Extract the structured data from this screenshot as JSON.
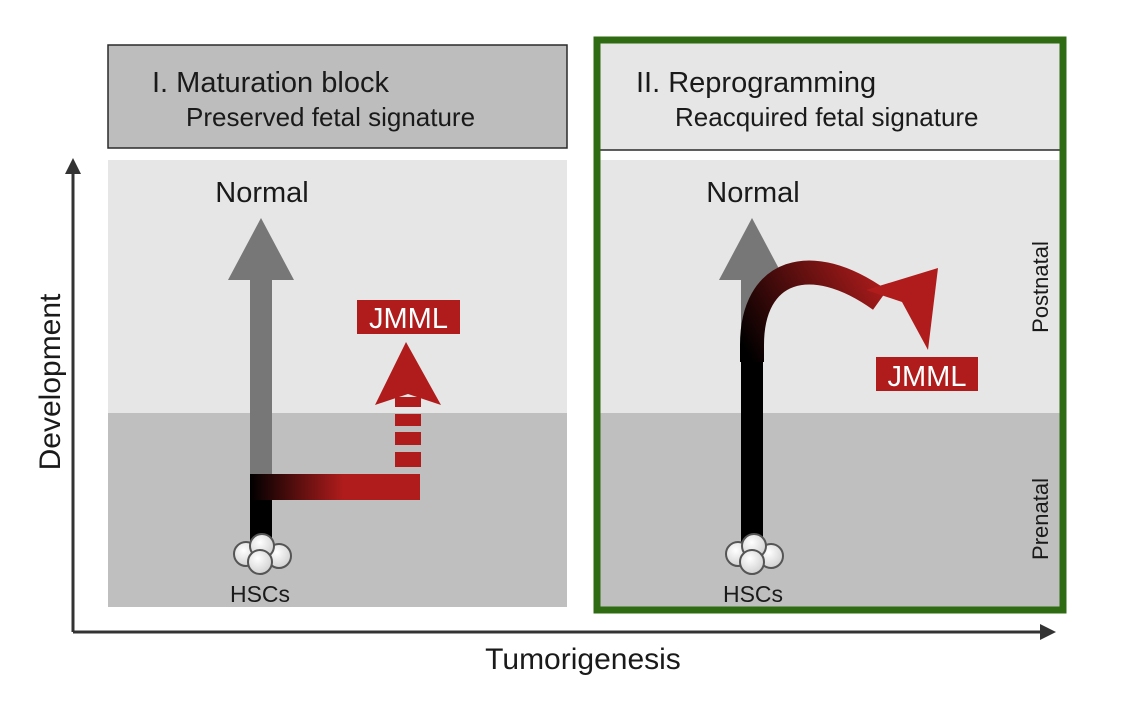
{
  "axes": {
    "y_label": "Development",
    "x_label": "Tumorigenesis",
    "stages": {
      "postnatal": "Postnatal",
      "prenatal": "Prenatal"
    }
  },
  "panel1": {
    "title": "I. Maturation block",
    "subtitle": "Preserved fetal signature",
    "normal_label": "Normal",
    "jmml_label": "JMML",
    "hsc_label": "HSCs"
  },
  "panel2": {
    "title": "II. Reprogramming",
    "subtitle": "Reacquired fetal signature",
    "normal_label": "Normal",
    "jmml_label": "JMML",
    "hsc_label": "HSCs"
  },
  "colors": {
    "highlight_border": "#2e6b12",
    "jmml_red": "#b01c1c",
    "normal_gray": "#777777",
    "postnatal_bg": "#e6e6e6",
    "prenatal_bg": "#bfbfbf",
    "header1_bg": "#bdbdbd",
    "header2_bg": "#e6e6e6"
  }
}
